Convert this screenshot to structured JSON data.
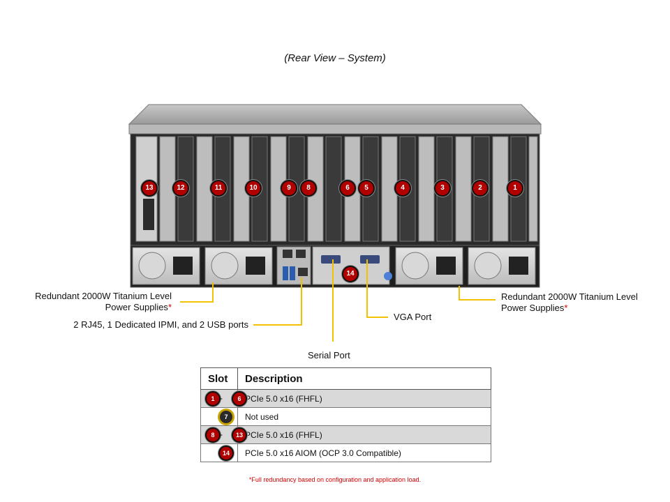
{
  "title": "(Rear View – System)",
  "callouts": {
    "psu_left_line1": "Redundant 2000W Titanium Level",
    "psu_left_line2": "Power Supplies",
    "psu_right_line1": "Redundant 2000W Titanium Level",
    "psu_right_line2": "Power Supplies",
    "asterisk": "*",
    "io_ports": "2 RJ45, 1 Dedicated IPMI,  and 2 USB  ports",
    "vga": "VGA Port",
    "serial": "Serial Port"
  },
  "slot_badges": [
    "13",
    "12",
    "11",
    "10",
    "9",
    "8",
    "6",
    "5",
    "4",
    "3",
    "2",
    "1"
  ],
  "aiom_badge": "14",
  "table": {
    "headers": [
      "Slot",
      "Description"
    ],
    "rows": [
      {
        "from": "1",
        "to": "6",
        "dash": "-",
        "description": "PCIe 5.0 x16 (FHFL)"
      },
      {
        "from": "7",
        "description": "Not used"
      },
      {
        "from": "8",
        "to": "13",
        "dash": "-",
        "description": "PCIe 5.0 x16 (FHFL)"
      },
      {
        "from": "14",
        "description": "PCIe 5.0 x16 AIOM (OCP 3.0 Compatible)"
      }
    ]
  },
  "footnote": "*Full redundancy based on configuration and application load.",
  "colors": {
    "badge_red": "#b10000",
    "callout_line": "#f2c200",
    "note_red": "#d00000"
  }
}
